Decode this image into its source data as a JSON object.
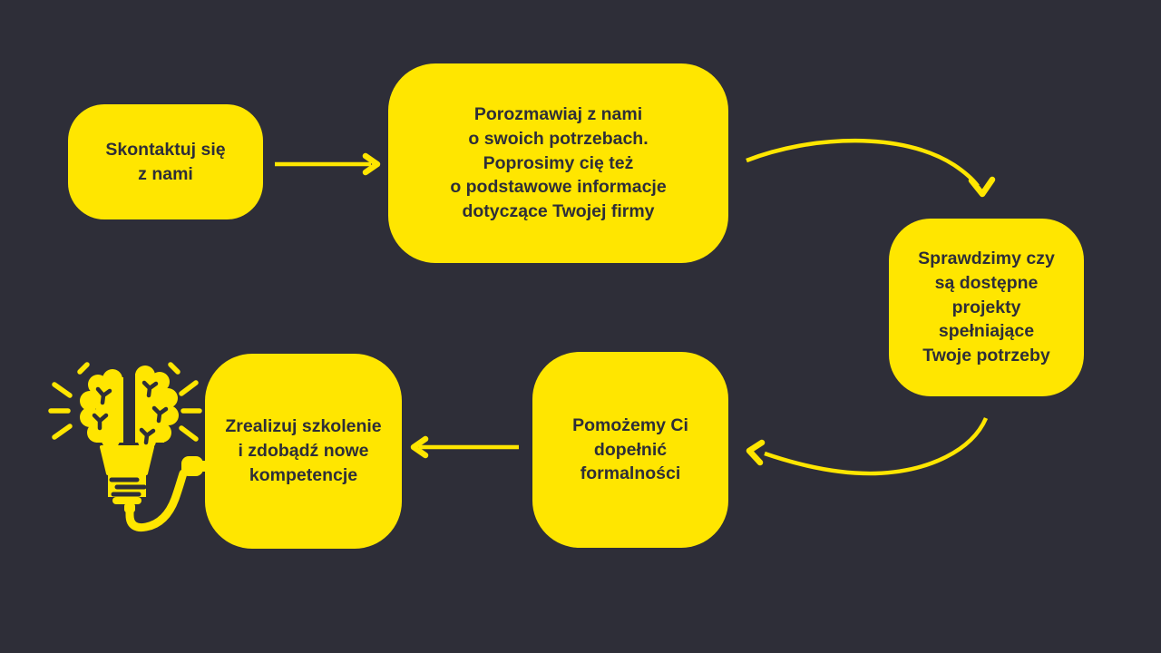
{
  "colors": {
    "background": "#2E2E38",
    "accent": "#FFE600",
    "text": "#2E2E38"
  },
  "steps": [
    {
      "label": "Skontaktuj się\nz nami"
    },
    {
      "label": "Porozmawiaj z nami\no swoich potrzebach.\nPoprosimy cię też\no podstawowe informacje\ndotyczące Twojej firmy"
    },
    {
      "label": "Sprawdzimy czy\nsą dostępne\nprojekty\nspełniające\nTwoje potrzeby"
    },
    {
      "label": "Pomożemy Ci\ndopełnić\nformalności"
    },
    {
      "label": "Zrealizuj szkolenie\ni zdobądź nowe\nkompetencje"
    }
  ],
  "connections": [
    {
      "from": 1,
      "to": 2,
      "style": "straight-right"
    },
    {
      "from": 2,
      "to": 3,
      "style": "curved-down-right"
    },
    {
      "from": 3,
      "to": 4,
      "style": "curved-down-left"
    },
    {
      "from": 4,
      "to": 5,
      "style": "straight-left"
    }
  ],
  "icons": {
    "idea": "brain-lightbulb"
  }
}
